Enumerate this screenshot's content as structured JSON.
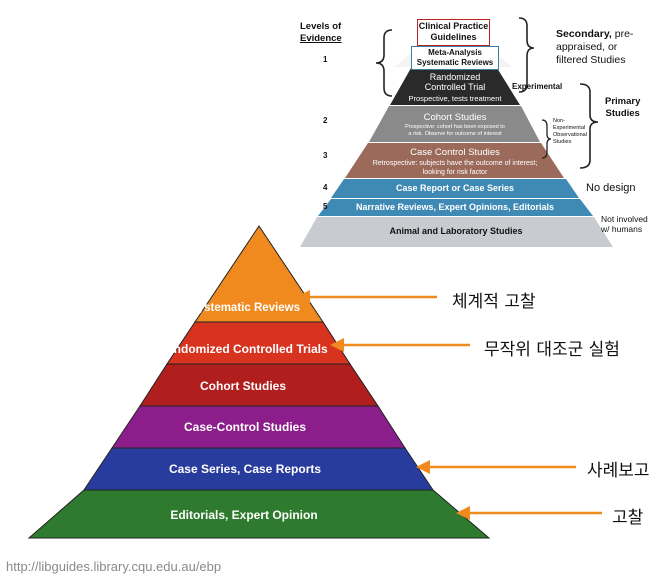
{
  "top_pyramid": {
    "levels_heading": [
      "Levels of",
      "Evidence"
    ],
    "level_numbers": [
      "1",
      "2",
      "3",
      "4",
      "5"
    ],
    "box1": [
      "Clinical Practice",
      "Guidelines"
    ],
    "box2": [
      "Meta-Analysis",
      "Systematic Reviews"
    ],
    "rct": {
      "title": [
        "Randomized",
        "Controlled Trial"
      ],
      "sub": "Prospective, tests treatment",
      "color": "#2a2a2a"
    },
    "cohort": {
      "title": "Cohort Studies",
      "sub": [
        "Prospective: cohort has been exposed to",
        "a risk. Observe for outcome of interest"
      ],
      "color": "#8a8a8a"
    },
    "case_control": {
      "title": "Case Control Studies",
      "sub": [
        "Retrospective: subjects have the outcome of interest;",
        "looking for risk factor"
      ],
      "color": "#9b6a5a"
    },
    "case_report": {
      "title": "Case Report or Case Series",
      "color": "#3f8ab5"
    },
    "narrative": {
      "title": "Narrative Reviews, Expert Opinions, Editorials",
      "color": "#3f8ab5"
    },
    "animal": {
      "title": "Animal and Laboratory Studies",
      "color": "#c8ccd0"
    },
    "side_labels": {
      "secondary_bold": "Secondary,",
      "secondary_rest": [
        " pre-",
        "appraised, or",
        "filtered Studies"
      ],
      "experimental": "Experimental",
      "primary": [
        "Primary",
        "Studies"
      ],
      "non_experimental": [
        "Non-",
        "Experimental",
        "Observational",
        "Studies"
      ],
      "no_design": "No design",
      "not_involved": [
        "Not involved",
        "w/ humans"
      ]
    }
  },
  "bottom_pyramid": {
    "layers": [
      {
        "label": "Systematic Reviews",
        "color": "#f08a1e"
      },
      {
        "label": "Randomized Controlled Trials",
        "color": "#d8331f"
      },
      {
        "label": "Cohort Studies",
        "color": "#b01e1e"
      },
      {
        "label": "Case-Control Studies",
        "color": "#8c1e8c"
      },
      {
        "label": "Case Series, Case Reports",
        "color": "#283c9e"
      },
      {
        "label": "Editorials, Expert Opinion",
        "color": "#2e7a2e"
      }
    ],
    "annotations": [
      "체계적 고찰",
      "무작위 대조군 실험",
      "사례보고",
      "고찰"
    ],
    "arrow_color": "#f08a1e"
  },
  "source_url": "http://libguides.library.cqu.edu.au/ebp"
}
